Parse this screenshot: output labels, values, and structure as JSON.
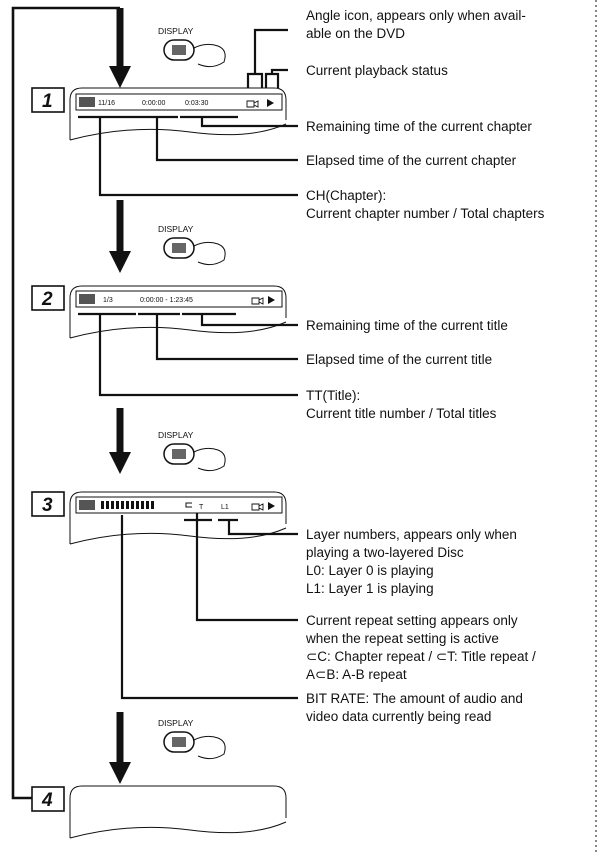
{
  "display_button": {
    "label": "DISPLAY"
  },
  "steps": [
    {
      "number": "1",
      "osd": {
        "chapter": "11/16",
        "elapsed": "0:00:00",
        "remaining": "0:03:30"
      },
      "annotations": [
        [
          "Angle icon, appears only when avail-",
          "able on the DVD"
        ],
        [
          "Current playback status"
        ],
        [
          "Remaining time of the current chapter"
        ],
        [
          "Elapsed time of the current chapter"
        ],
        [
          "CH(Chapter):",
          "Current chapter number / Total chapters"
        ]
      ]
    },
    {
      "number": "2",
      "osd": {
        "title": "1/3",
        "times": "0:00:00 - 1:23:45"
      },
      "annotations": [
        [
          "Remaining time of the current title"
        ],
        [
          "Elapsed time of the current title"
        ],
        [
          "TT(Title):",
          "Current title number / Total titles"
        ]
      ]
    },
    {
      "number": "3",
      "osd": {
        "repeat": "T",
        "layer": "L1"
      },
      "annotations": [
        [
          "Layer numbers, appears only when",
          "playing a two-layered Disc",
          "L0: Layer 0 is playing",
          "L1: Layer 1 is playing"
        ],
        [
          "Current repeat setting appears only",
          "when the repeat setting is active",
          "⊂C: Chapter repeat / ⊂T: Title repeat /",
          "A⊂B: A-B repeat"
        ],
        [
          "BIT RATE: The amount of audio and",
          "video data currently being read"
        ]
      ]
    },
    {
      "number": "4"
    }
  ],
  "icons": [
    "hand-pressing-button-icon",
    "angle-camera-icon",
    "play-icon",
    "arrow-down-icon",
    "repeat-icon"
  ]
}
